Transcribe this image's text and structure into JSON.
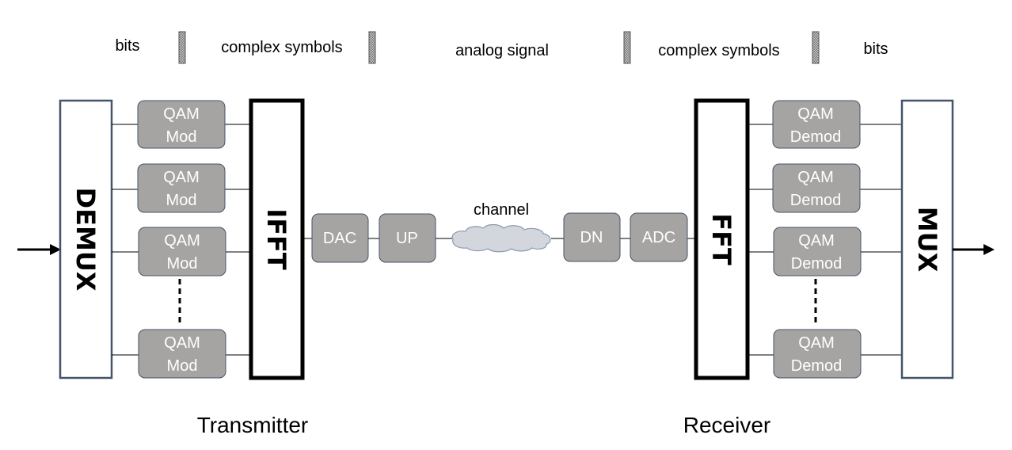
{
  "header": {
    "labels": [
      "bits",
      "complex symbols",
      "analog signal",
      "complex symbols",
      "bits"
    ]
  },
  "transmitter": {
    "demux_label": "DEMUX",
    "ifft_label": "IFFT",
    "mod_blocks": [
      {
        "line1": "QAM",
        "line2": "Mod"
      },
      {
        "line1": "QAM",
        "line2": "Mod"
      },
      {
        "line1": "QAM",
        "line2": "Mod"
      },
      {
        "line1": "QAM",
        "line2": "Mod"
      }
    ],
    "dac_label": "DAC",
    "up_label": "UP",
    "caption": "Transmitter"
  },
  "channel": {
    "label": "channel"
  },
  "receiver": {
    "dn_label": "DN",
    "adc_label": "ADC",
    "fft_label": "FFT",
    "mux_label": "MUX",
    "demod_blocks": [
      {
        "line1": "QAM",
        "line2": "Demod"
      },
      {
        "line1": "QAM",
        "line2": "Demod"
      },
      {
        "line1": "QAM",
        "line2": "Demod"
      },
      {
        "line1": "QAM",
        "line2": "Demod"
      }
    ],
    "caption": "Receiver"
  },
  "colors": {
    "block_fill": "#a6a3a3",
    "block_stroke": "#44546a",
    "divider_fill": "#b0b0b0",
    "cloud_fill": "#d3d6dd",
    "cloud_stroke": "#8c9aaf"
  }
}
